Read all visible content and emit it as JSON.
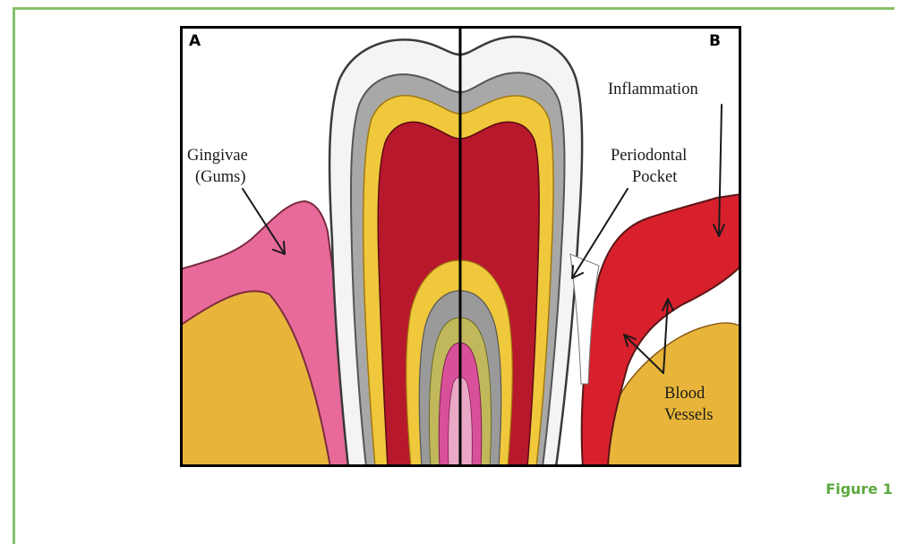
{
  "figure_caption": "Figure 1",
  "diagram": {
    "panel_left": "A",
    "panel_right": "B",
    "labels": {
      "gingivae_line1": "Gingivae",
      "gingivae_line2": "(Gums)",
      "inflammation": "Inflammation",
      "periodontal_line1": "Periodontal",
      "periodontal_line2": "Pocket",
      "blood_line1": "Blood",
      "blood_line2": "Vessels"
    },
    "colors": {
      "bone": "#e8b53a",
      "healthy_gum": "#e86a9a",
      "inflamed_gum": "#d8202c",
      "enamel": "#f4f4f4",
      "dentin": "#f0c83c",
      "pulp": "#b8182c",
      "accent_green": "#86c16a"
    }
  }
}
